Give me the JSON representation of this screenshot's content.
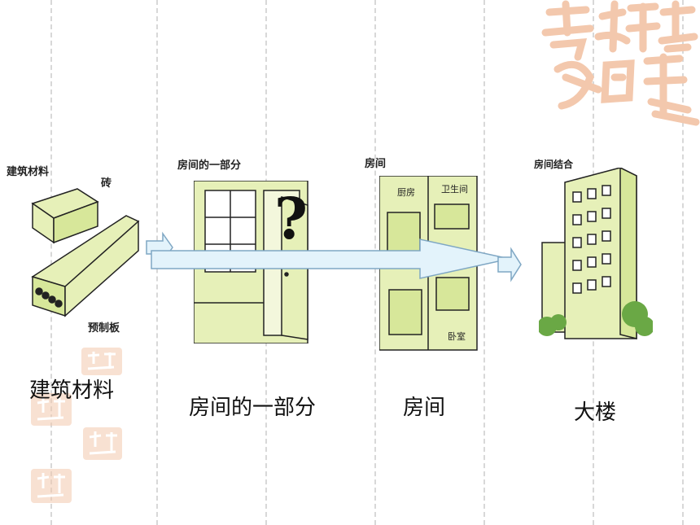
{
  "slide": {
    "captions": {
      "materials": "建筑材料",
      "room_part": "房间的一部分",
      "room": "房间",
      "building": "大楼"
    },
    "panels": {
      "materials": {
        "title": "建筑材料",
        "brick_label": "砖",
        "slab_label": "预制板"
      },
      "room_part": {
        "title": "房间的一部分"
      },
      "room": {
        "title": "房间",
        "kitchen": "厨房",
        "bathroom": "卫生间",
        "bedroom": "卧室"
      },
      "building": {
        "title": "房间结合"
      }
    },
    "question_mark": "?"
  },
  "colors": {
    "arrow_fill": "#e3f3fb",
    "arrow_stroke": "#7fa7c4",
    "illustration_fill": "#e6f0b8",
    "illustration_stroke": "#222222",
    "foliage": "#6aa845",
    "seal": "#f3c8ad"
  }
}
